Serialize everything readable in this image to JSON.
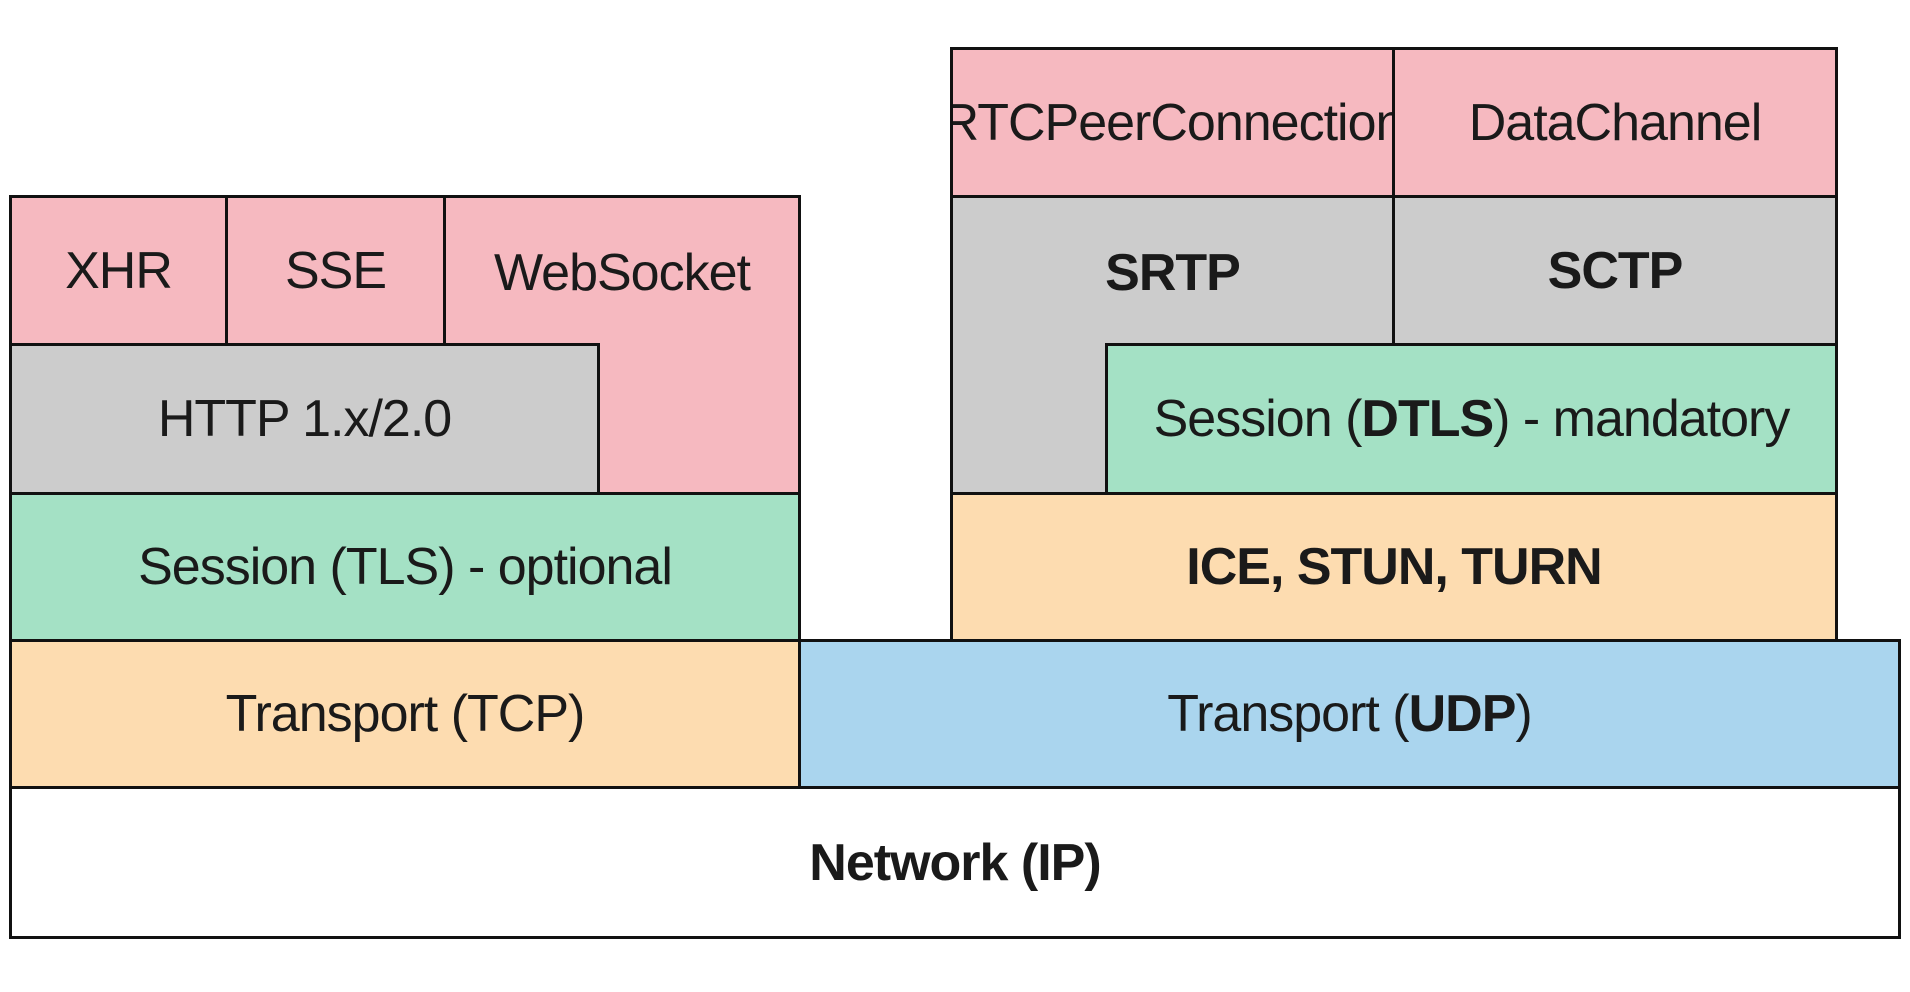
{
  "colors": {
    "application_layer": "#f6b9c0",
    "protocol_layer": "#cccccc",
    "session_layer": "#a4e1c5",
    "ice_and_tcp_layer": "#fddcb0",
    "udp_layer": "#aad5ee",
    "network_layer": "#ffffff",
    "border": "#111111"
  },
  "left_stack": {
    "xhr": "XHR",
    "sse": "SSE",
    "websocket": "WebSocket",
    "http": "HTTP 1.x/2.0",
    "session_tls": "Session (TLS) - optional",
    "transport_tcp": "Transport (TCP)"
  },
  "right_stack": {
    "rtc_peer_connection": "RTCPeerConnection",
    "data_channel": "DataChannel",
    "srtp": "SRTP",
    "sctp": "SCTP",
    "session_dtls": {
      "prefix": "Session (",
      "bold": "DTLS",
      "suffix": ") - mandatory"
    },
    "ice_stun_turn": "ICE, STUN, TURN",
    "transport_udp": {
      "prefix": "Transport (",
      "bold": "UDP",
      "suffix": ")"
    }
  },
  "network": {
    "prefix": "Network (",
    "bold": "IP",
    "suffix": ")"
  }
}
